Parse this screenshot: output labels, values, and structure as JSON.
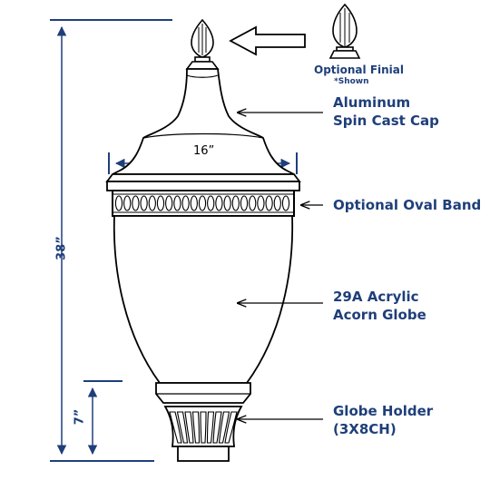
{
  "labels": {
    "optional_finial": "Optional Finial",
    "shown_note": "*Shown",
    "cap_line1": "Aluminum",
    "cap_line2": "Spin Cast Cap",
    "oval_band": "Optional Oval Band",
    "globe_line1": "29A Acrylic",
    "globe_line2": "Acorn Globe",
    "holder_line1": "Globe Holder",
    "holder_line2": "(3X8CH)"
  },
  "dimensions": {
    "width": "16”",
    "total_height": "38”",
    "holder_height": "7”"
  },
  "colors": {
    "label_blue": "#1f3f7a",
    "outline": "#000000"
  }
}
